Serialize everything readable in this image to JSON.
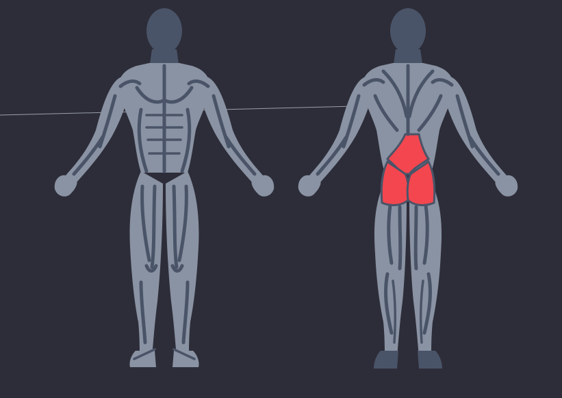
{
  "colors": {
    "background": "#2d2d39",
    "muscle": "#8a93a3",
    "outline": "#4a5468",
    "highlight": "#f4464f"
  },
  "views": [
    {
      "id": "front",
      "icon": "anterior-body-map"
    },
    {
      "id": "back",
      "icon": "posterior-body-map"
    }
  ],
  "highlighted_muscles": [
    "lower-back",
    "glutes"
  ]
}
